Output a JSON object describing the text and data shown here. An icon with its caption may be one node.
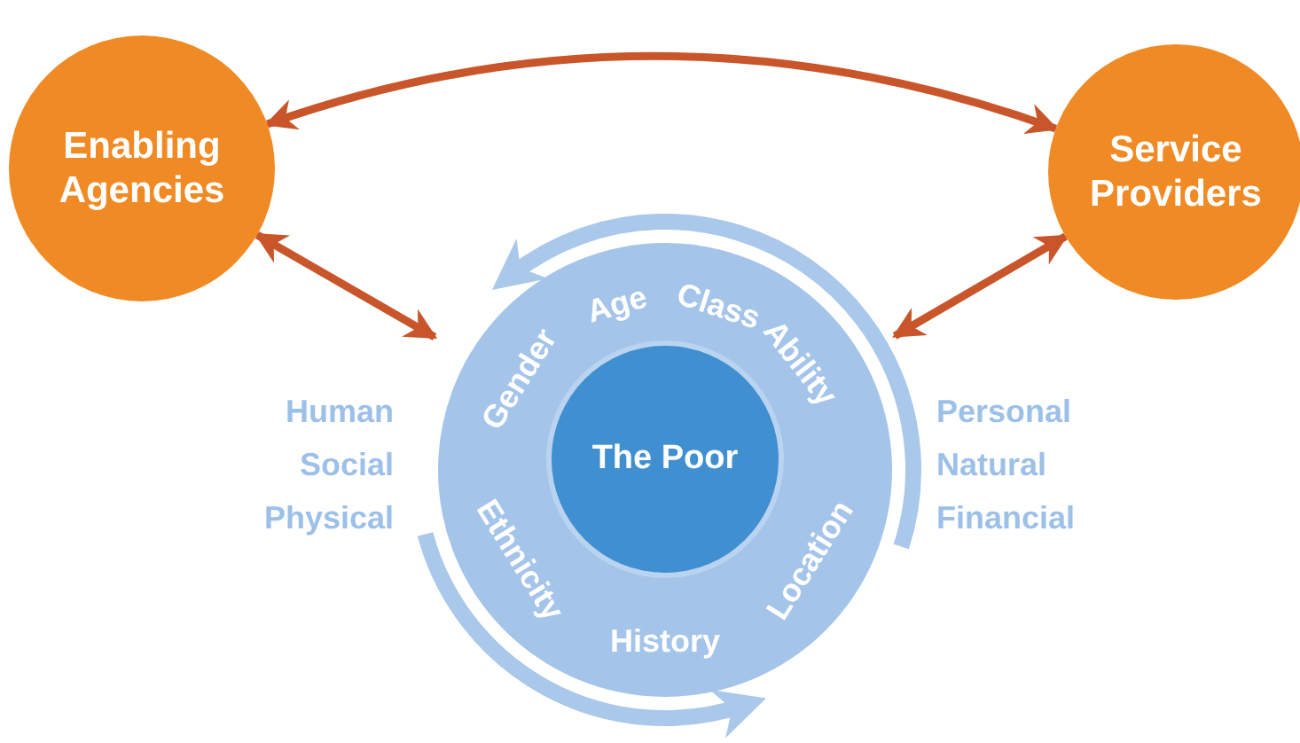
{
  "diagram": {
    "nodes": [
      {
        "text": [
          "Enabling Agencies"
        ]
      },
      {
        "text": [
          "Service Providers"
        ]
      },
      {
        "text": [
          "Gender",
          "Age",
          "Class",
          "Ability",
          "Location",
          "History",
          "Ethnicity"
        ]
      },
      {
        "text": [
          "The Poor"
        ],
        "in": 2
      }
    ],
    "edges": [
      {
        "from": 0,
        "to": 1,
        "arrow": "both"
      },
      {
        "from": 0,
        "to": 2,
        "arrow": "both"
      },
      {
        "from": 1,
        "to": 2,
        "arrow": "both"
      }
    ],
    "labels": [
      "Human",
      "Social",
      "Physical",
      "Personal",
      "Natural",
      "Financial"
    ]
  }
}
